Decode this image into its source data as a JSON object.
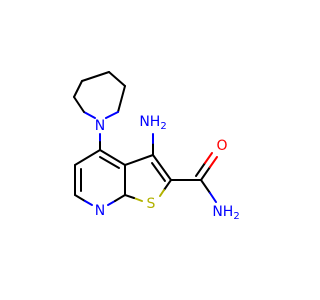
{
  "colors": {
    "carbon": "#000000",
    "nitrogen": "#0000ff",
    "oxygen": "#ff0000",
    "sulfur": "#b2b200",
    "background": "#ffffff"
  },
  "atoms": {
    "n_pyrrolidine": "N",
    "n_pyridine": "N",
    "s_thiophene": "S",
    "o_carbonyl": "O",
    "amino_label": "NH",
    "amino_sub": "2",
    "amide_label": "NH",
    "amide_sub": "2"
  }
}
